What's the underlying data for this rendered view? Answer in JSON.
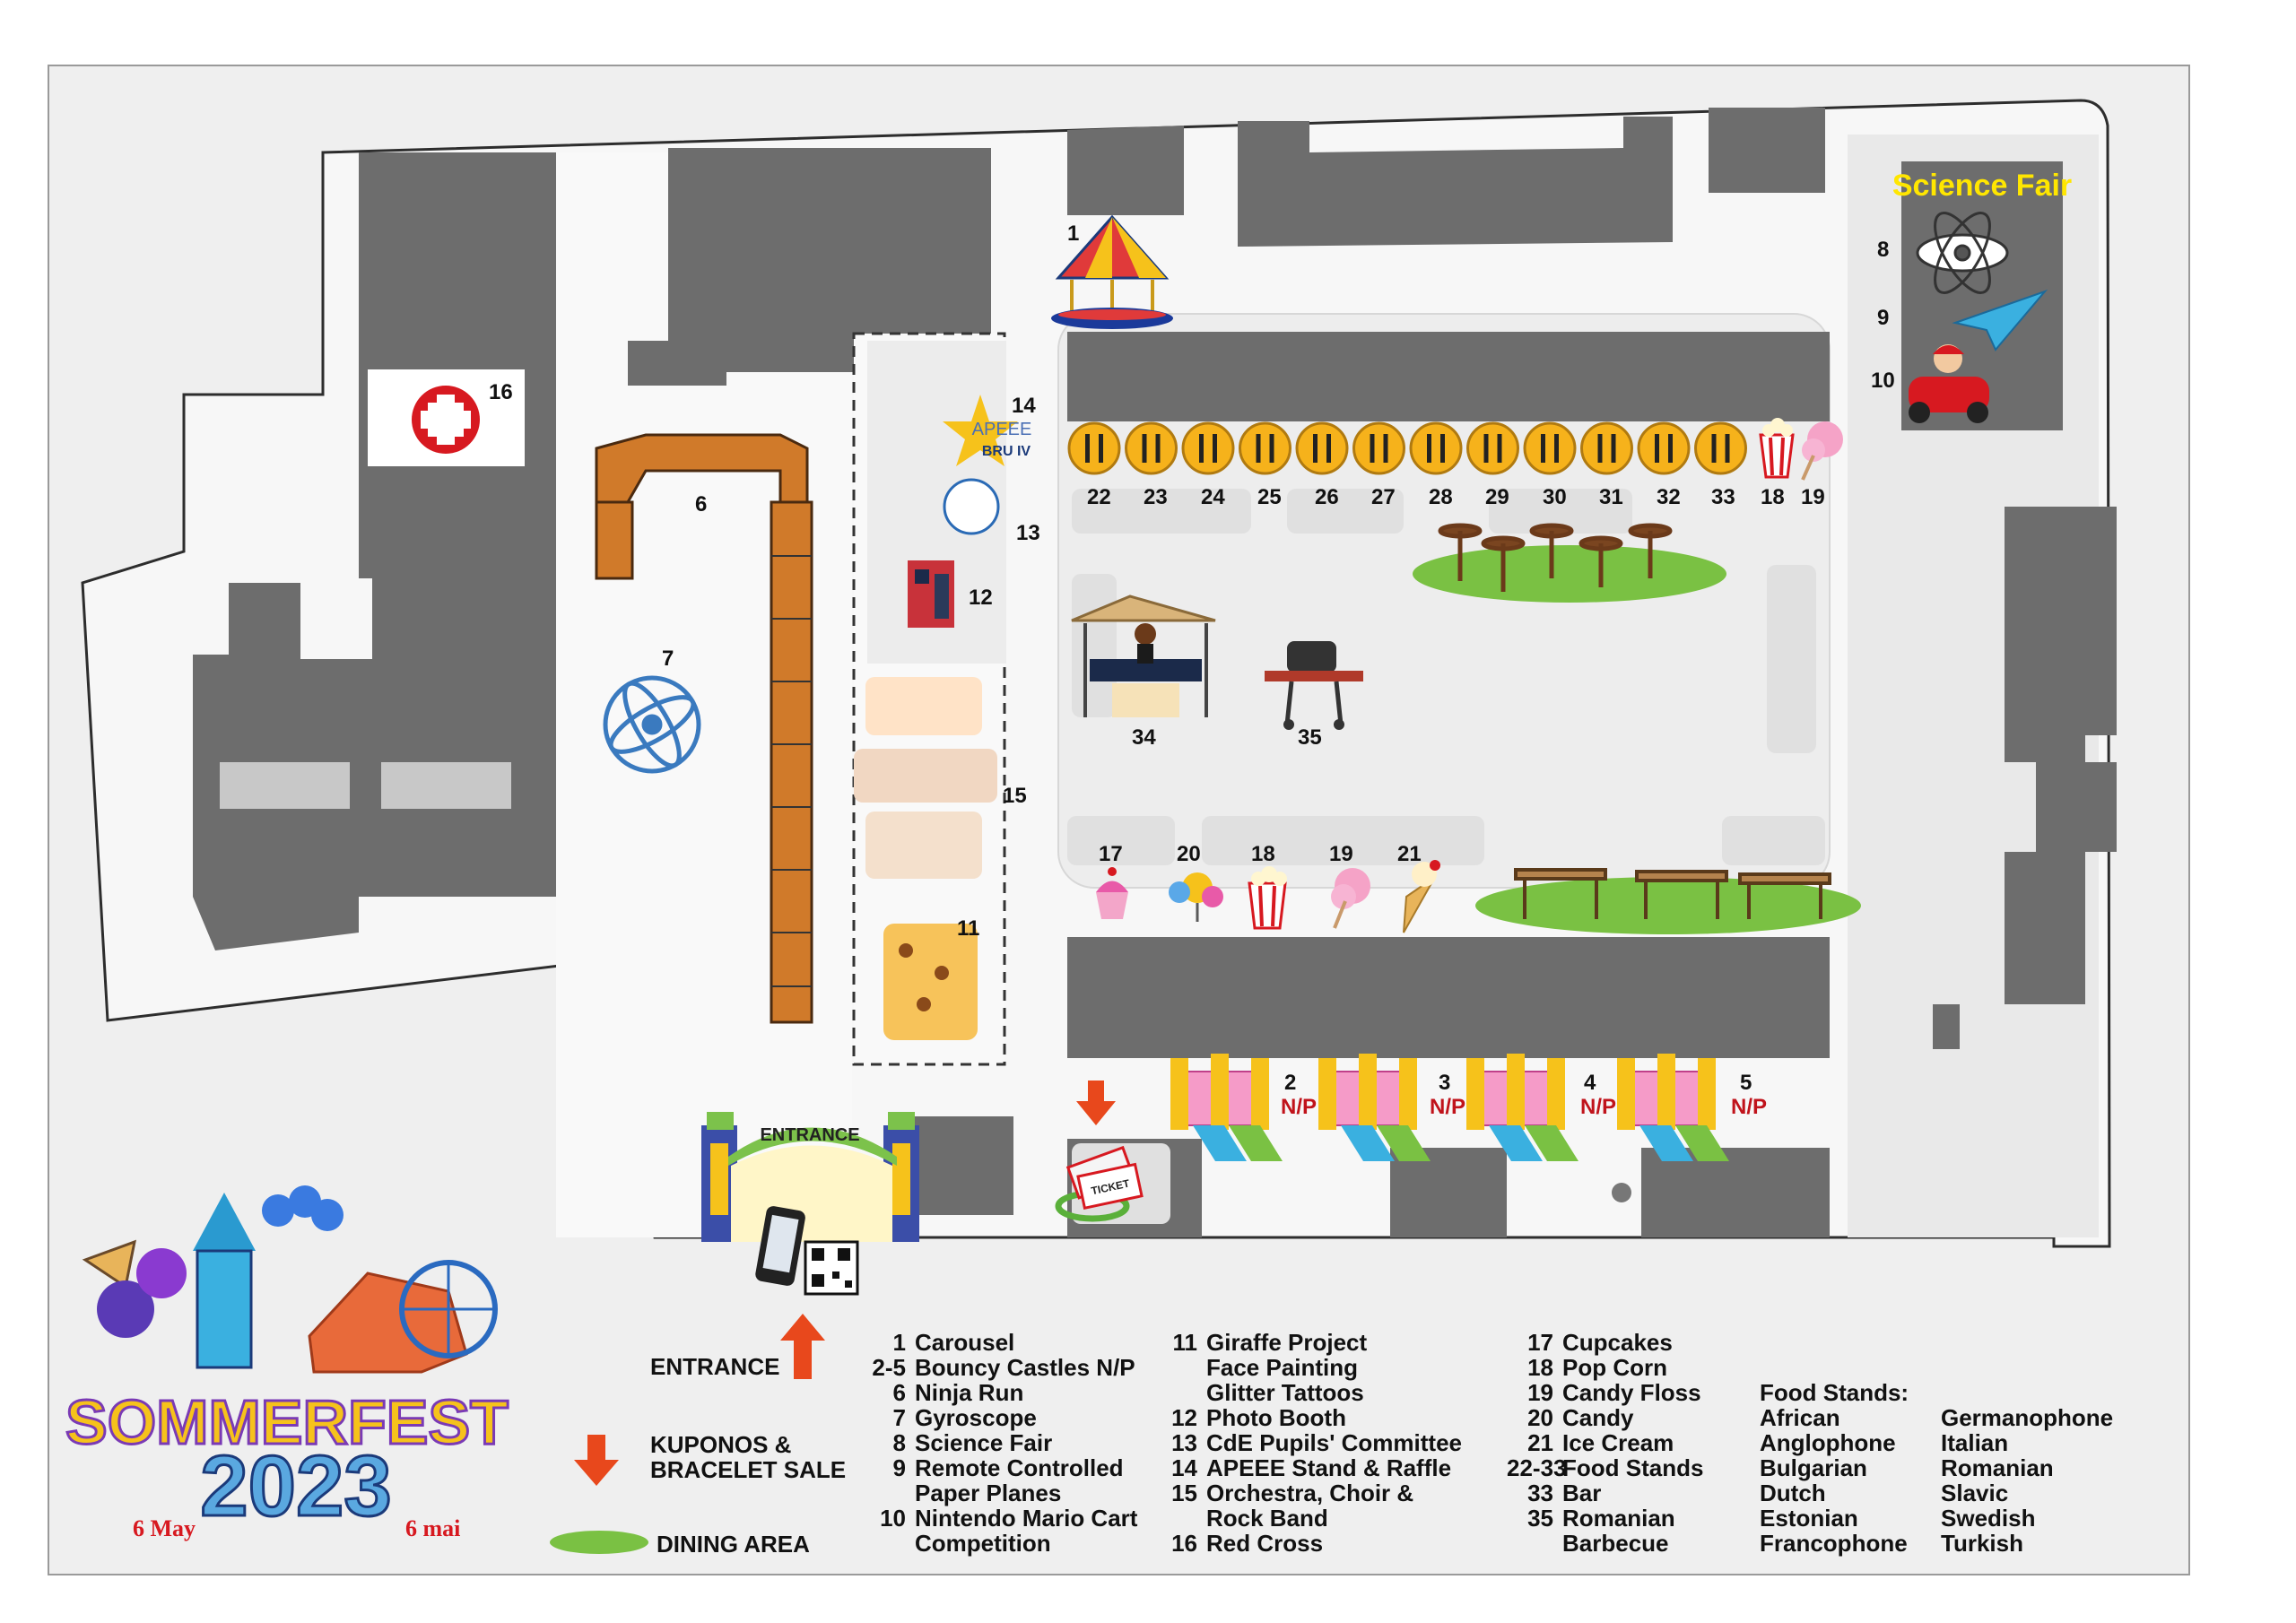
{
  "map": {
    "entrance_sign": "ENTRANCE",
    "science_fair_sign": "Science Fair",
    "apeee_text": "APEEE",
    "bru_text": "BRU IV",
    "np_label": "N/P",
    "ticket_label": "TICKET",
    "markers": {
      "m1": "1",
      "m2": "2",
      "m3": "3",
      "m4": "4",
      "m5": "5",
      "m6": "6",
      "m7": "7",
      "m8": "8",
      "m9": "9",
      "m10": "10",
      "m11": "11",
      "m12": "12",
      "m13": "13",
      "m14": "14",
      "m15": "15",
      "m16": "16",
      "m17": "17",
      "m18a": "18",
      "m18b": "18",
      "m19a": "19",
      "m19b": "19",
      "m20": "20",
      "m21": "21",
      "m22": "22",
      "m23": "23",
      "m24": "24",
      "m25": "25",
      "m26": "26",
      "m27": "27",
      "m28": "28",
      "m29": "29",
      "m30": "30",
      "m31": "31",
      "m32": "32",
      "m33": "33",
      "m34": "34",
      "m35": "35"
    }
  },
  "logo": {
    "word": "SOMMERFEST",
    "year": "2023",
    "date_en": "6 May",
    "date_fr": "6 mai"
  },
  "key": {
    "entrance": "ENTRANCE",
    "kuponos_line1": "KUPONOS &",
    "kuponos_line2": "BRACELET SALE",
    "dining": "DINING AREA"
  },
  "legend_col1": [
    {
      "n": "1",
      "t": "Carousel"
    },
    {
      "n": "2-5",
      "t": "Bouncy Castles N/P"
    },
    {
      "n": "6",
      "t": "Ninja Run"
    },
    {
      "n": "7",
      "t": "Gyroscope"
    },
    {
      "n": "8",
      "t": "Science Fair"
    },
    {
      "n": "9",
      "t": "Remote Controlled"
    },
    {
      "n": "",
      "t": "Paper Planes"
    },
    {
      "n": "10",
      "t": "Nintendo Mario Cart"
    },
    {
      "n": "",
      "t": "Competition"
    }
  ],
  "legend_col2": [
    {
      "n": "11",
      "t": "Giraffe Project"
    },
    {
      "n": "",
      "t": "Face Painting"
    },
    {
      "n": "",
      "t": "Glitter Tattoos"
    },
    {
      "n": "12",
      "t": "Photo Booth"
    },
    {
      "n": "13",
      "t": "CdE Pupils' Committee"
    },
    {
      "n": "14",
      "t": "APEEE Stand & Raffle"
    },
    {
      "n": "15",
      "t": "Orchestra, Choir &"
    },
    {
      "n": "",
      "t": "Rock Band"
    },
    {
      "n": "16",
      "t": "Red Cross"
    }
  ],
  "legend_col3": [
    {
      "n": "17",
      "t": "Cupcakes"
    },
    {
      "n": "18",
      "t": "Pop Corn"
    },
    {
      "n": "19",
      "t": "Candy Floss"
    },
    {
      "n": "20",
      "t": "Candy"
    },
    {
      "n": "21",
      "t": "Ice Cream"
    },
    {
      "n": "22-33",
      "t": "Food Stands"
    },
    {
      "n": "33",
      "t": "Bar"
    },
    {
      "n": "35",
      "t": "Romanian"
    },
    {
      "n": "",
      "t": "Barbecue"
    }
  ],
  "food_stands": {
    "title": "Food Stands:",
    "col_a": [
      "African",
      "Anglophone",
      "Bulgarian",
      "Dutch",
      "Estonian",
      "Francophone"
    ],
    "col_b": [
      "Germanophone",
      "Italian",
      "Romanian",
      "Slavic",
      "Swedish",
      "Turkish"
    ]
  },
  "colors": {
    "building": "#6d6d6d",
    "ground": "#ededed",
    "road": "#f7f7f7",
    "dining_green": "#7ac143",
    "arrow": "#e8481c",
    "plate": "#f6b21b",
    "red_cross": "#d71920"
  }
}
